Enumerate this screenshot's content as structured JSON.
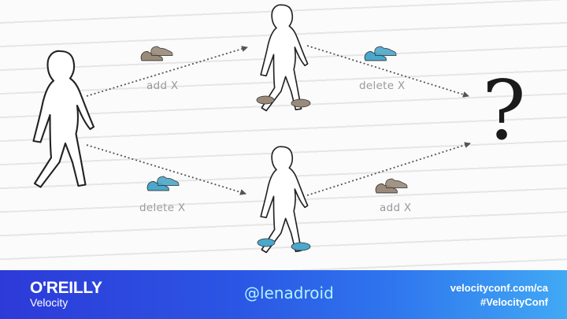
{
  "diagram": {
    "edge_labels": {
      "top_left": "add X",
      "top_right": "delete X",
      "bottom_left": "delete X",
      "bottom_right": "add X"
    },
    "result_symbol": "?",
    "colors": {
      "brown_shoe": "#9a8a7a",
      "blue_shoe": "#4aa8cc",
      "arrow": "#555555",
      "figure_outline": "#222222"
    },
    "icons": [
      "woman-silhouette-icon",
      "brown-sneakers-icon",
      "blue-sneakers-icon",
      "dotted-arrow-icon"
    ]
  },
  "footer": {
    "brand": "O'REILLY",
    "product": "Velocity",
    "handle": "@lenadroid",
    "url": "velocityconf.com/ca",
    "hashtag": "#VelocityConf",
    "colors": {
      "gradient_start": "#2d3ad8",
      "gradient_end": "#41a9f5",
      "handle": "#b3f2ff"
    }
  }
}
